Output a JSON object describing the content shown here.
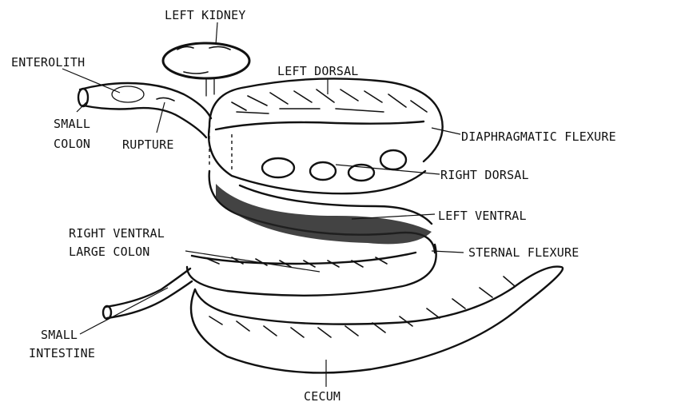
{
  "labels": {
    "left_kidney": "LEFT KIDNEY",
    "enterolith": "ENTEROLITH",
    "left_dorsal": "LEFT DORSAL",
    "small_colon_1": "SMALL",
    "small_colon_2": "COLON",
    "rupture": "RUPTURE",
    "diaphragmatic_flexure": "DIAPHRAGMATIC FLEXURE",
    "right_dorsal": "RIGHT DORSAL",
    "left_ventral": "LEFT VENTRAL",
    "right_ventral_1": "RIGHT VENTRAL",
    "right_ventral_2": "LARGE COLON",
    "sternal_flexure": "STERNAL FLEXURE",
    "small_intestine_1": "SMALL",
    "small_intestine_2": "INTESTINE",
    "cecum": "CECUM"
  }
}
